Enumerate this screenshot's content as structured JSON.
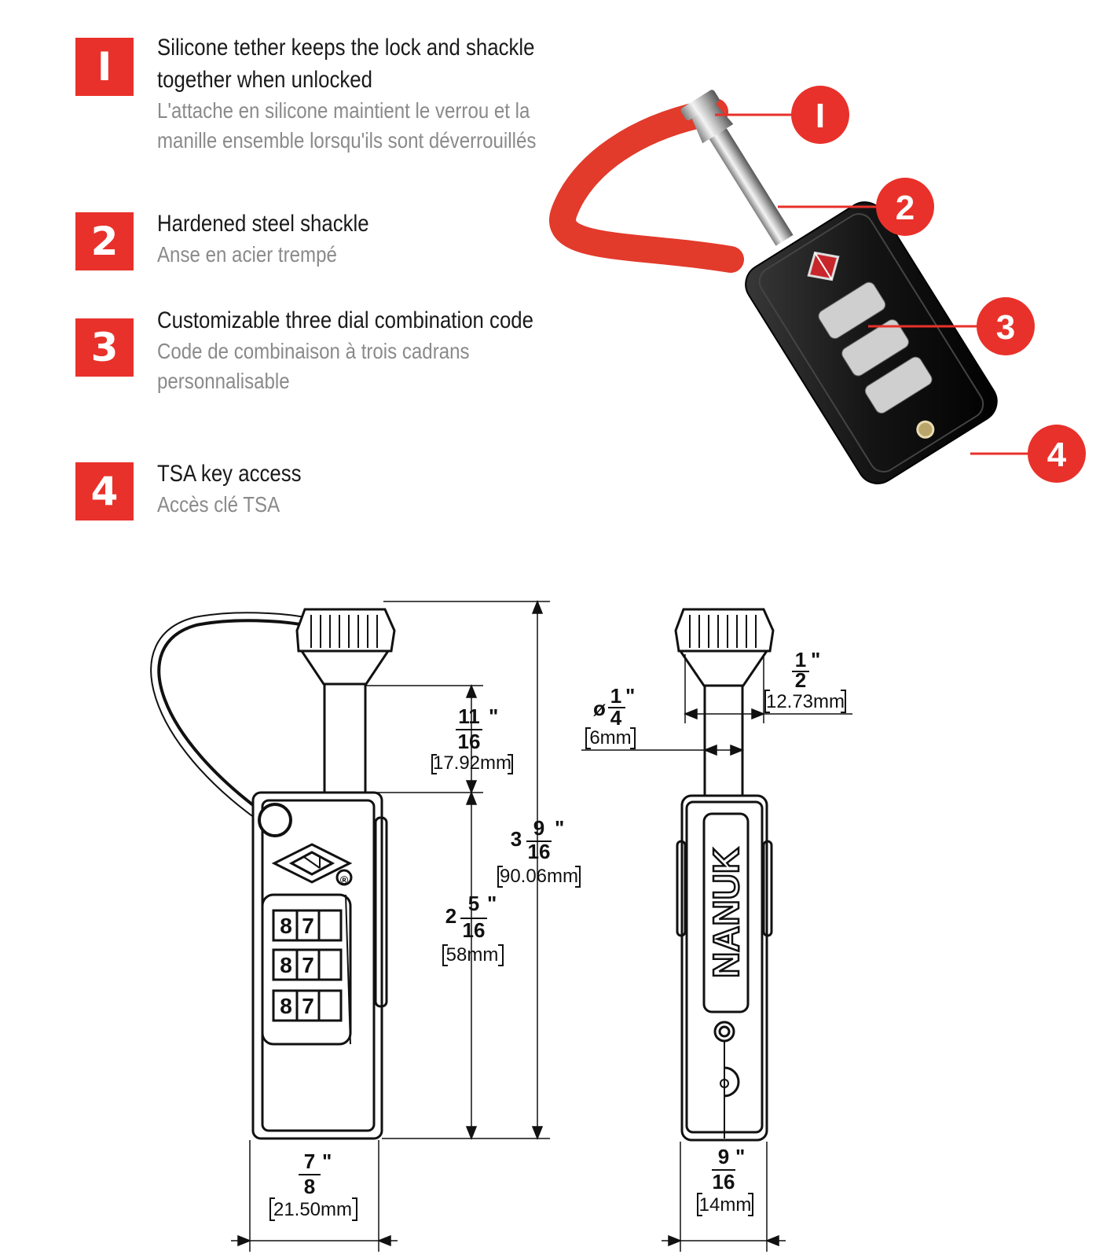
{
  "features": [
    {
      "badge": "I",
      "en": "Silicone tether keeps the lock and shackle together when unlocked",
      "fr": "L'attache en silicone maintient le verrou et la manille ensemble lorsqu'ils sont déverrouillés"
    },
    {
      "badge": "2",
      "en": "Hardened steel shackle",
      "fr": "Anse en acier trempé"
    },
    {
      "badge": "3",
      "en": "Customizable three dial combination code",
      "fr": "Code de combinaison à trois cadrans personnalisable"
    },
    {
      "badge": "4",
      "en": "TSA key access",
      "fr": "Accès clé TSA"
    }
  ],
  "callouts": [
    "I",
    "2",
    "3",
    "4"
  ],
  "colors": {
    "accent": "#e8312a",
    "lock_body": "#1b1b1b",
    "tether": "#e23a2b",
    "line": "#111111"
  },
  "dimensions": {
    "shackle_clear": {
      "num": "11",
      "den": "16",
      "mm": "17.92mm"
    },
    "body_height": {
      "whole": "2",
      "num": "5",
      "den": "16",
      "mm": "58mm"
    },
    "total_height": {
      "whole": "3",
      "num": "9",
      "den": "16",
      "mm": "90.06mm"
    },
    "width": {
      "num": "7",
      "den": "8",
      "mm": "21.50mm"
    },
    "diameter": {
      "symbol": "ø",
      "num": "1",
      "den": "4",
      "mm": "6mm"
    },
    "cap_width": {
      "num": "1",
      "den": "2",
      "mm": "12.73mm"
    },
    "depth": {
      "num": "9",
      "den": "16",
      "mm": "14mm"
    },
    "inch_mark": "\""
  },
  "dials": [
    [
      "8",
      "7"
    ],
    [
      "8",
      "7"
    ],
    [
      "8",
      "7"
    ]
  ],
  "brand": "NANUK",
  "registered": "®"
}
